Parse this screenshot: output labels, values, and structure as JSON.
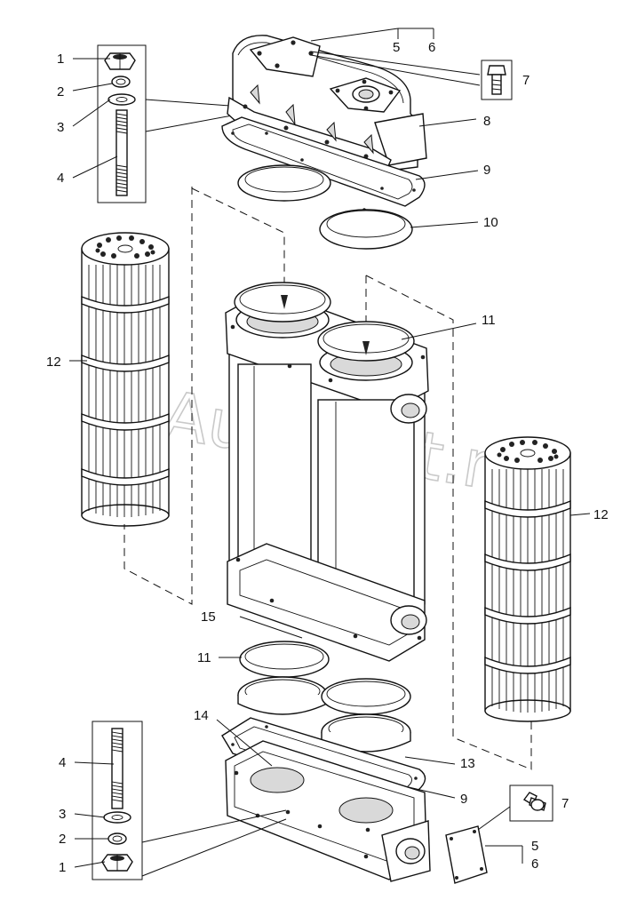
{
  "watermark": "AutoSoft.ru",
  "callouts": {
    "c1_top": "1",
    "c2_top": "2",
    "c3_top": "3",
    "c4_top": "4",
    "c5_top": "5",
    "c6_top": "6",
    "c7_top": "7",
    "c8": "8",
    "c9_top": "9",
    "c10": "10",
    "c11_right": "11",
    "c12_left": "12",
    "c12_right": "12",
    "c15": "15",
    "c11_left": "11",
    "c14": "14",
    "c13": "13",
    "c9_bottom": "9",
    "c4_bottom": "4",
    "c3_bottom": "3",
    "c2_bottom": "2",
    "c1_bottom": "1",
    "c7_bottom": "7",
    "c5_bottom": "5",
    "c6_bottom": "6"
  }
}
